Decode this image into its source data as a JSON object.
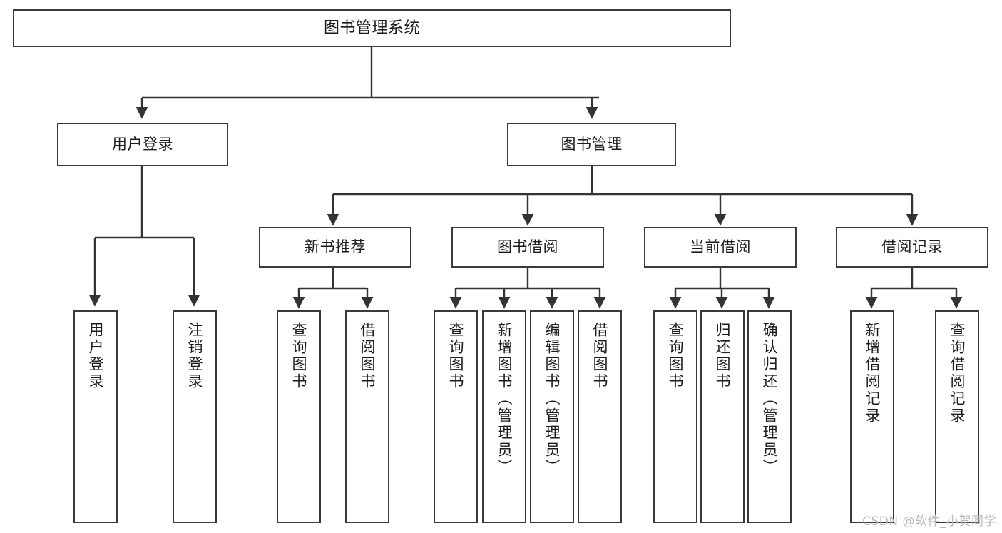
{
  "diagram": {
    "title": "图书管理系统",
    "type": "tree-hierarchy-chart",
    "background_color": "#ffffff",
    "box_border_color": "#3a3a3a",
    "edge_color": "#333333",
    "text_color": "#1b1b1b"
  },
  "watermark": {
    "text": "CSDN @软件_小贺同学",
    "color": "#b9b9b9"
  },
  "nodes": {
    "root": {
      "label": "图书管理系统",
      "level": 1
    },
    "user_login": {
      "label": "用户登录",
      "level": 2
    },
    "book_manage": {
      "label": "图书管理",
      "level": 2
    },
    "new_book_rec": {
      "label": "新书推荐",
      "level": 3
    },
    "book_borrow": {
      "label": "图书借阅",
      "level": 3
    },
    "current_borrow": {
      "label": "当前借阅",
      "level": 3
    },
    "borrow_record": {
      "label": "借阅记录",
      "level": 3
    },
    "leaf_user_login": {
      "label": "用户登录",
      "level": 4
    },
    "leaf_logout": {
      "label": "注销登录",
      "level": 4
    },
    "leaf_query_book_1": {
      "label": "查询图书",
      "level": 4
    },
    "leaf_borrow_book_1": {
      "label": "借阅图书",
      "level": 4
    },
    "leaf_query_book_2": {
      "label": "查询图书",
      "level": 4
    },
    "leaf_add_book": {
      "label": "新增图书（管理员）",
      "level": 4
    },
    "leaf_edit_book": {
      "label": "编辑图书（管理员）",
      "level": 4
    },
    "leaf_borrow_book_2": {
      "label": "借阅图书",
      "level": 4
    },
    "leaf_query_book_3": {
      "label": "查询图书",
      "level": 4
    },
    "leaf_return_book": {
      "label": "归还图书",
      "level": 4
    },
    "leaf_confirm_return": {
      "label": "确认归还（管理员）",
      "level": 4
    },
    "leaf_add_record": {
      "label": "新增借阅记录",
      "level": 4
    },
    "leaf_query_record": {
      "label": "查询借阅记录",
      "level": 4
    }
  },
  "hierarchy": [
    {
      "parent": "图书管理系统",
      "children": [
        "用户登录",
        "图书管理"
      ]
    },
    {
      "parent": "用户登录",
      "children": [
        "用户登录",
        "注销登录"
      ]
    },
    {
      "parent": "图书管理",
      "children": [
        "新书推荐",
        "图书借阅",
        "当前借阅",
        "借阅记录"
      ]
    },
    {
      "parent": "新书推荐",
      "children": [
        "查询图书",
        "借阅图书"
      ]
    },
    {
      "parent": "图书借阅",
      "children": [
        "查询图书",
        "新增图书（管理员）",
        "编辑图书（管理员）",
        "借阅图书"
      ]
    },
    {
      "parent": "当前借阅",
      "children": [
        "查询图书",
        "归还图书",
        "确认归还（管理员）"
      ]
    },
    {
      "parent": "借阅记录",
      "children": [
        "新增借阅记录",
        "查询借阅记录"
      ]
    }
  ]
}
